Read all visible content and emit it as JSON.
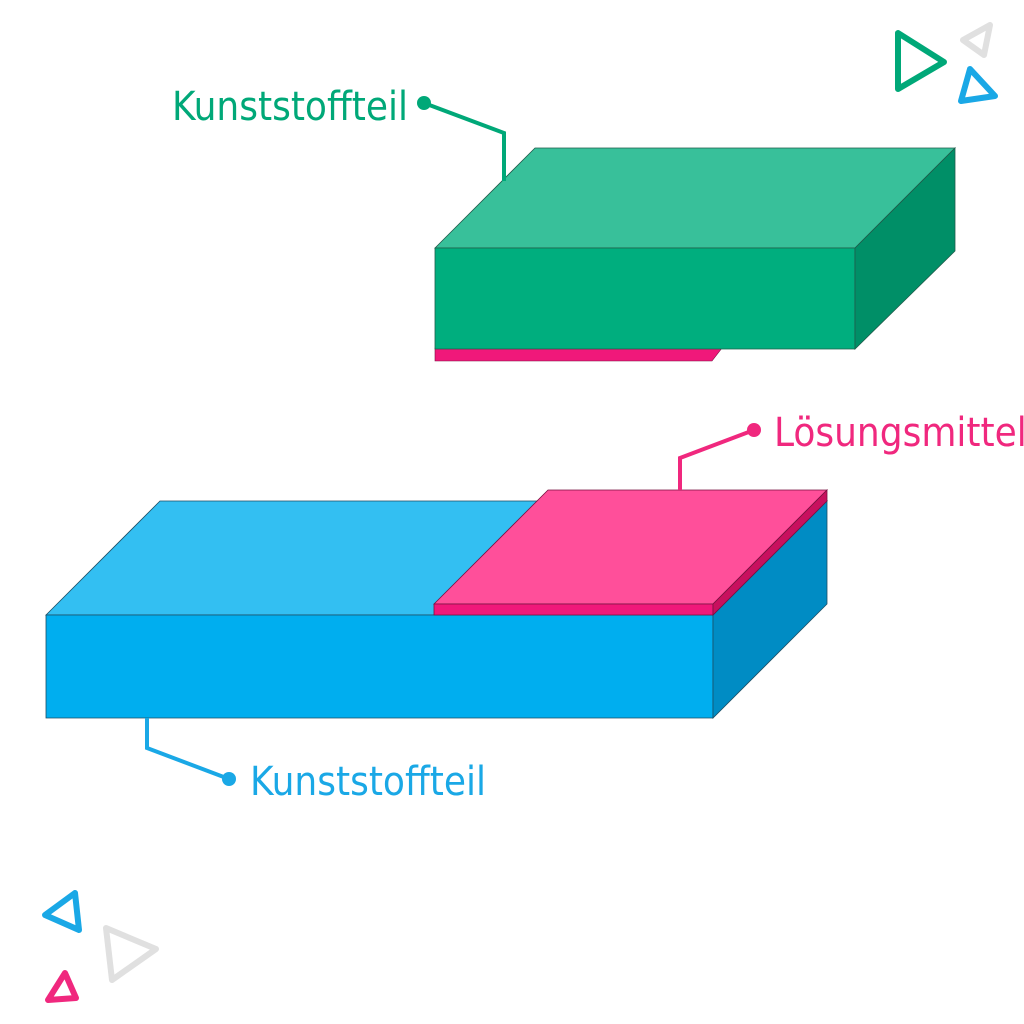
{
  "colors": {
    "green_top": "#38C09A",
    "green_front": "#00AE7E",
    "green_side": "#008F67",
    "blue_top": "#33BFF2",
    "blue_front": "#00AEEF",
    "blue_side": "#008CC4",
    "pink_top": "#FF4F9A",
    "pink_edge": "#F0187A",
    "pink_side": "#C8105E",
    "label_green": "#00A878",
    "label_pink": "#F0287E",
    "label_blue": "#1AA8E6",
    "deco_gray": "#E0E0E0"
  },
  "labels": {
    "upper_part": "Kunststoffteil",
    "solvent": "Lösungsmittel",
    "lower_part": "Kunststoffteil"
  },
  "decorations": {
    "top_right": [
      "triangle-green-outline-icon",
      "triangle-gray-outline-icon",
      "triangle-blue-outline-icon"
    ],
    "bottom_left": [
      "triangle-blue-outline-icon",
      "triangle-gray-outline-icon",
      "triangle-pink-outline-icon"
    ]
  }
}
